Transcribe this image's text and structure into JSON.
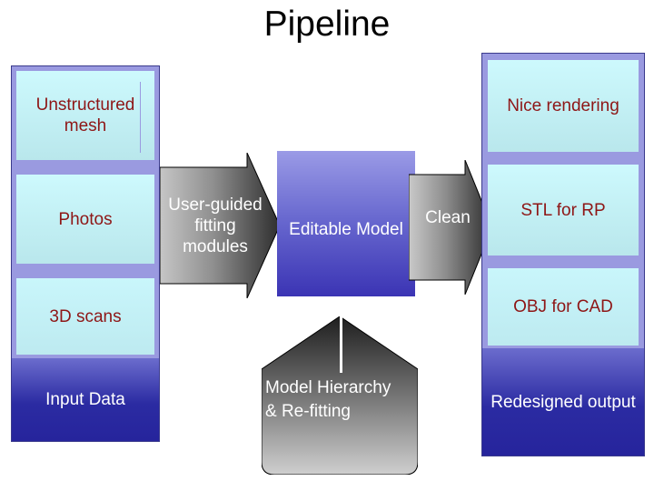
{
  "slide": {
    "title": "Pipeline"
  },
  "input_column": {
    "name": "Input Data",
    "cells": [
      {
        "label": "Unstructured mesh"
      },
      {
        "label": "Photos"
      },
      {
        "label": "3D scans"
      }
    ],
    "footer_label": "Input Data"
  },
  "output_column": {
    "name": "Redesigned output",
    "cells": [
      {
        "label": "Nice rendering"
      },
      {
        "label": "STL for RP"
      },
      {
        "label": "OBJ for CAD"
      }
    ],
    "footer_label": "Redesigned output"
  },
  "process": {
    "fitting_arrow_label": "User-guided fitting modules",
    "editable_model_label": "Editable Model",
    "clean_arrow_label": "Clean",
    "hierarchy_arrow_label": "Model Hierarchy & Re-fitting"
  },
  "colors": {
    "frame_purple": "#9a9ae0",
    "cell_cyan": "#c9f6fb",
    "cell_text_red": "#8e1616",
    "footer_blue": "#2b2ba2",
    "arrow_gray_light": "#c9c9c9",
    "arrow_gray_dark": "#2a2a2a",
    "title_black": "#000000"
  }
}
